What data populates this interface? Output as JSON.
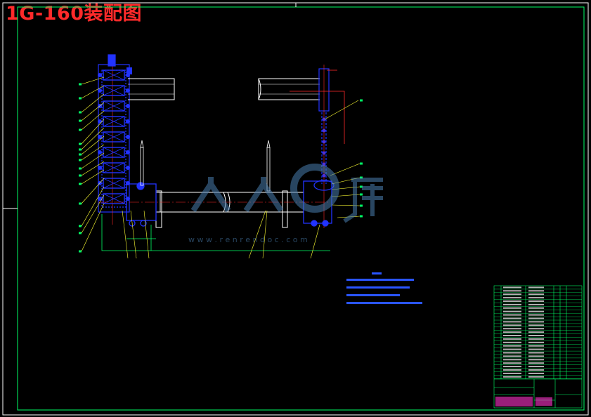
{
  "drawing": {
    "title": "1G-160装配图",
    "colors": {
      "background": "#000000",
      "frame": "#ffffff",
      "inner_frame": "#00ff66",
      "part_outline": "#2233ff",
      "shaft": "#ffffff",
      "centerline": "#ff2a2a",
      "leader": "#ffff33",
      "watermark": "#4a7fb0"
    }
  },
  "watermark": {
    "text": "人人文库",
    "url": "w w w . r e n r e n d o c . c o m"
  }
}
